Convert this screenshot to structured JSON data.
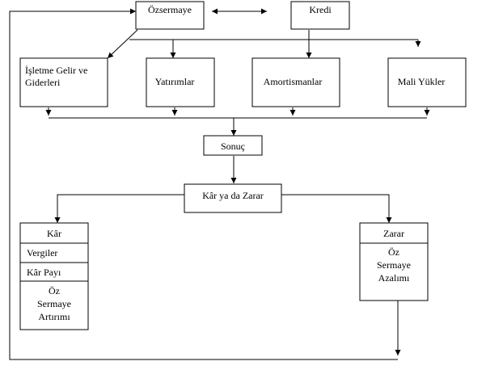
{
  "nodes": {
    "ozsermaye": "Özsermaye",
    "kredi": "Kredi",
    "isletme_line1": "İşletme Gelir ve",
    "isletme_line2": "Giderleri",
    "yatirimlar": "Yatırımlar",
    "amortismanlar": "Amortismanlar",
    "mali_yukler": "Mali Yükler",
    "sonuc": "Sonuç",
    "kar_zarar": "Kâr ya da Zarar",
    "kar": "Kâr",
    "vergiler": "Vergiler",
    "kar_payi": "Kâr Payı",
    "oz_sermaye_artirimi": [
      "Öz",
      "Sermaye",
      "Artırımı"
    ],
    "zarar": "Zarar",
    "oz_sermaye_azalimi": [
      "Öz",
      "Sermaye",
      "Azalımı"
    ]
  }
}
